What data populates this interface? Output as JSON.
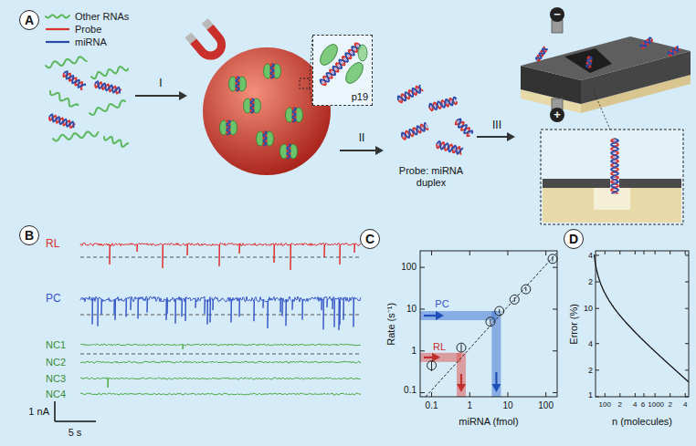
{
  "diagram": {
    "nodes": [
      {
        "text": [
          "A"
        ]
      },
      {
        "text": [
          "p19"
        ]
      },
      {
        "text": [
          "B"
        ]
      },
      {
        "text": [
          "C"
        ]
      },
      {
        "text": [
          "D"
        ]
      }
    ],
    "labels": [
      "I",
      "II",
      "III",
      "Probe: miRNA duplex",
      "−",
      "+",
      "RL",
      "PC",
      "NC1",
      "NC2",
      "NC3",
      "NC4",
      "1 nA",
      "5 s",
      "Rate (s⁻¹)",
      "100",
      "10",
      "1",
      "0.1",
      "0.1",
      "1",
      "10",
      "100",
      "miRNA (fmol)",
      "PC",
      "RL",
      "Error (%)",
      "4",
      "2",
      "10",
      "4",
      "2",
      "1",
      "100",
      "2",
      "4",
      "6",
      "1000",
      "2",
      "4",
      "n (molecules)"
    ],
    "legend": [
      {
        "text": "Other RNAs"
      },
      {
        "text": "Probe"
      },
      {
        "text": "miRNA"
      }
    ]
  }
}
